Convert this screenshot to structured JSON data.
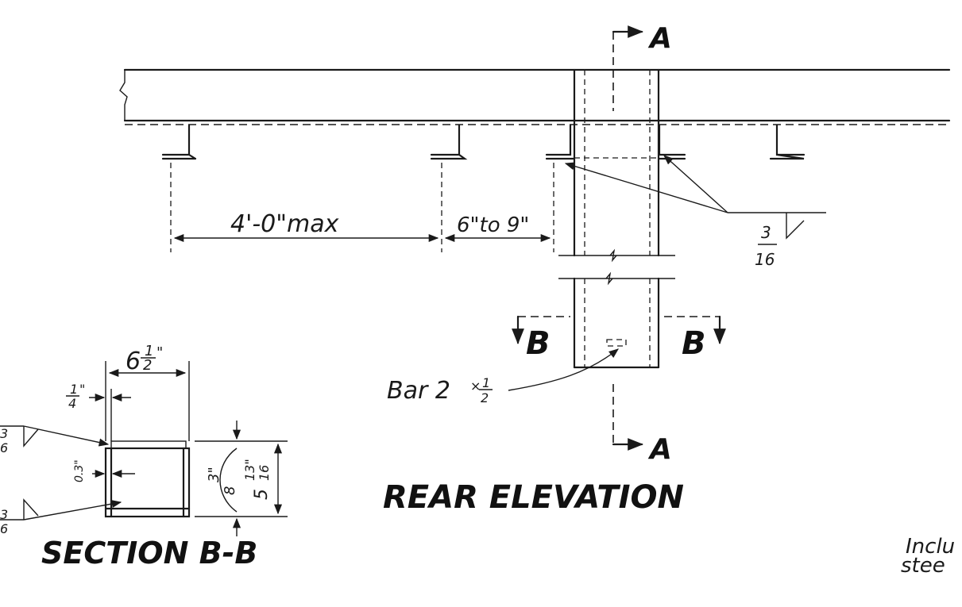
{
  "drawing": {
    "rear_elevation": {
      "title": "REAR ELEVATION",
      "section_a_top": "A",
      "section_a_bottom": "A",
      "section_b_left": "B",
      "section_b_right": "B",
      "dim_spacing": "4'-0\"max",
      "dim_offset": "6\"to 9\"",
      "weld_num": "3",
      "weld_den": "16",
      "bar_label": "Bar 2",
      "bar_x": "×",
      "bar_num": "1",
      "bar_den": "2"
    },
    "section_bb": {
      "title": "SECTION B-B",
      "width_whole": "6",
      "width_num": "1",
      "width_den": "2",
      "width_inch": "\"",
      "plate_num": "1",
      "plate_den": "4",
      "plate_inch": "\"",
      "web_label": "0.3\"",
      "inner_num": "3\"",
      "inner_den": "8",
      "depth_whole": "5",
      "depth_num": "13\"",
      "depth_den": "16",
      "weld_top_num": "3",
      "weld_top_den": "6",
      "weld_bot_num": "3",
      "weld_bot_den": "6"
    },
    "note": {
      "line1": "Inclu",
      "line2": "stee"
    }
  }
}
